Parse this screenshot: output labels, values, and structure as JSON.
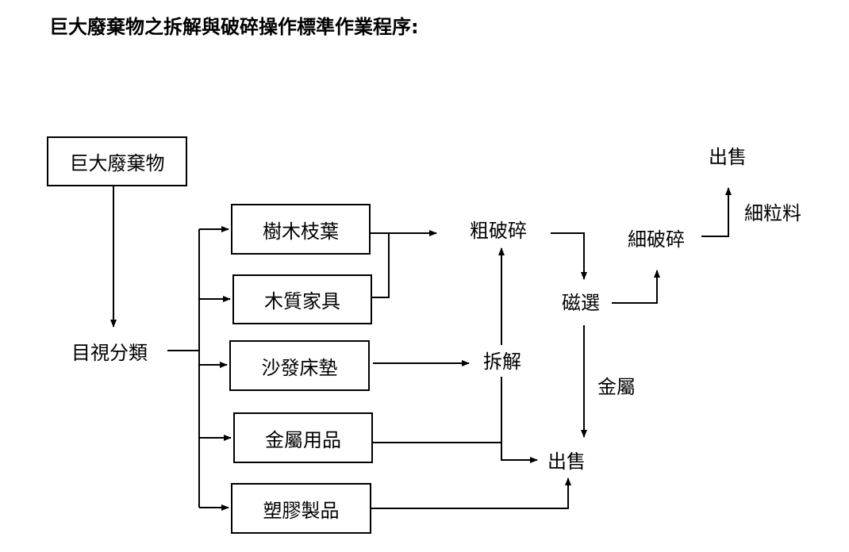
{
  "title": "巨大廢棄物之拆解與破碎操作標準作業程序:",
  "nodes": {
    "bulky_waste": "巨大廢棄物",
    "visual_sort": "目視分類",
    "branches_leaves": "樹木枝葉",
    "wood_furniture": "木質家具",
    "sofa_mattress": "沙發床墊",
    "metal_items": "金屬用品",
    "plastic_items": "塑膠製品",
    "coarse_crush": "粗破碎",
    "dismantle": "拆解",
    "magnetic_sort": "磁選",
    "metal": "金屬",
    "sale_bottom": "出售",
    "fine_crush": "細破碎",
    "fine_granules": "細粒料",
    "sale_top": "出售"
  }
}
